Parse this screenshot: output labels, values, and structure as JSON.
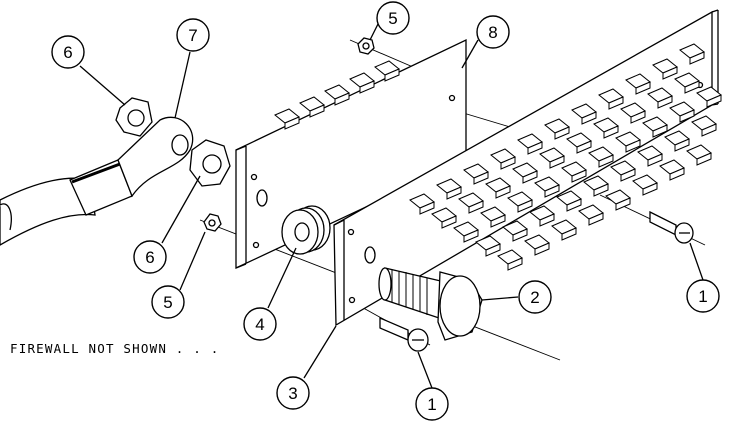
{
  "note": "FIREWALL NOT SHOWN . . .",
  "callouts": [
    {
      "label": "6",
      "part": "hex-nut-top"
    },
    {
      "label": "7",
      "part": "ring-terminal"
    },
    {
      "label": "5",
      "part": "small-nut-top"
    },
    {
      "label": "8",
      "part": "cover-plate"
    },
    {
      "label": "6",
      "part": "hex-nut-lower"
    },
    {
      "label": "5",
      "part": "small-nut-lower"
    },
    {
      "label": "4",
      "part": "grommet"
    },
    {
      "label": "2",
      "part": "stud-bolt"
    },
    {
      "label": "1",
      "part": "screw-right"
    },
    {
      "label": "3",
      "part": "terminal-plate"
    },
    {
      "label": "1",
      "part": "screw-bottom"
    }
  ],
  "colors": {
    "ink": "#000000",
    "paper": "#ffffff"
  }
}
